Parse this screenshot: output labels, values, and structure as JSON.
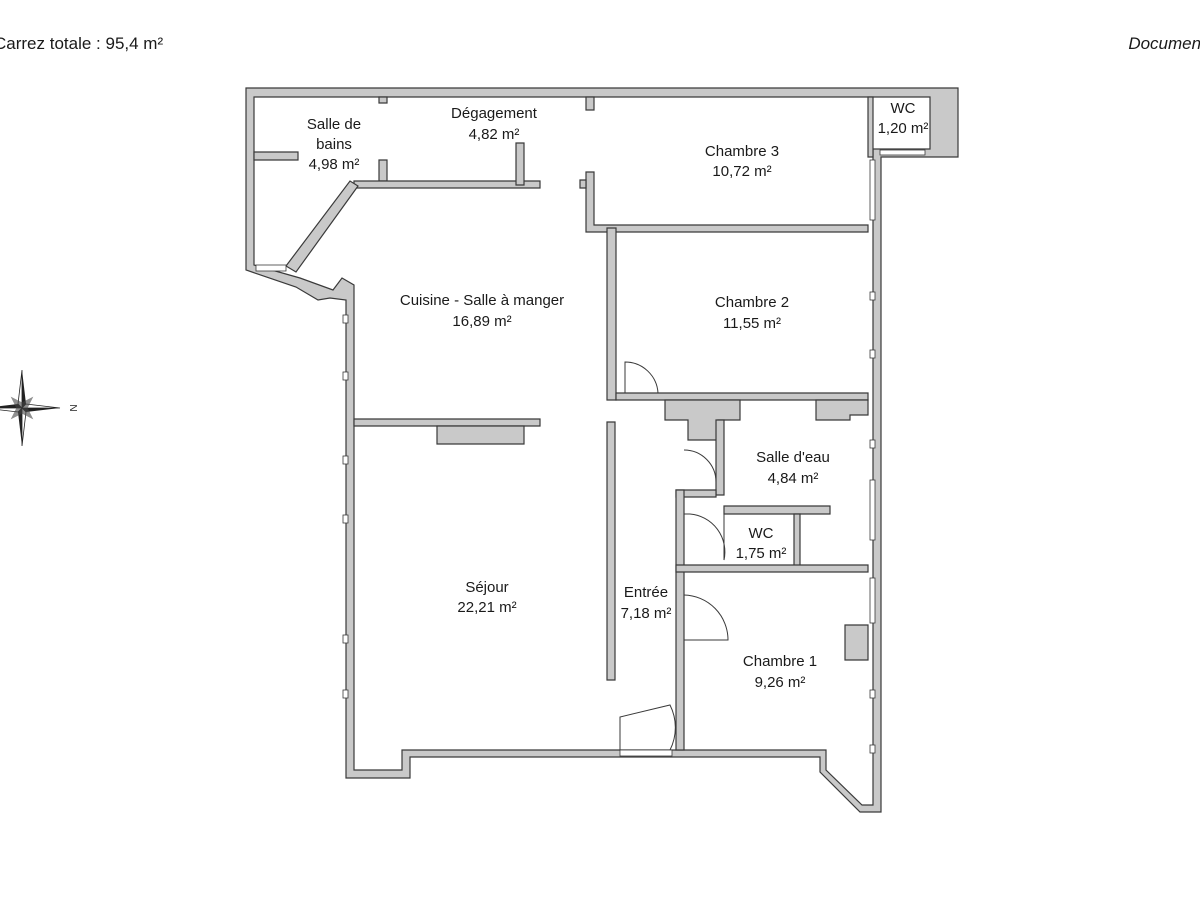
{
  "header": {
    "area_summary": "Carrez totale :  95,4 m²",
    "document_note": "Document n"
  },
  "compass": {
    "north_label": "N"
  },
  "rooms": {
    "salle_de_bains": {
      "name_line1": "Salle de",
      "name_line2": "bains",
      "area": "4,98 m²"
    },
    "degagement": {
      "name": "Dégagement",
      "area": "4,82 m²"
    },
    "chambre_3": {
      "name": "Chambre 3",
      "area": "10,72 m²"
    },
    "wc_top": {
      "name": "WC",
      "area": "1,20 m²"
    },
    "cuisine": {
      "name": "Cuisine - Salle à manger",
      "area": "16,89 m²"
    },
    "chambre_2": {
      "name": "Chambre 2",
      "area": "11,55 m²"
    },
    "salle_deau": {
      "name": "Salle d'eau",
      "area": "4,84 m²"
    },
    "wc_small": {
      "name": "WC",
      "area": "1,75 m²"
    },
    "sejour": {
      "name": "Séjour",
      "area": "22,21 m²"
    },
    "entree": {
      "name": "Entrée",
      "area": "7,18 m²"
    },
    "chambre_1": {
      "name": "Chambre 1",
      "area": "9,26 m²"
    }
  },
  "colors": {
    "wall_fill": "#c9c9c9",
    "wall_stroke": "#3a3a3a",
    "floor": "#ffffff",
    "text": "#1a1a1a"
  }
}
